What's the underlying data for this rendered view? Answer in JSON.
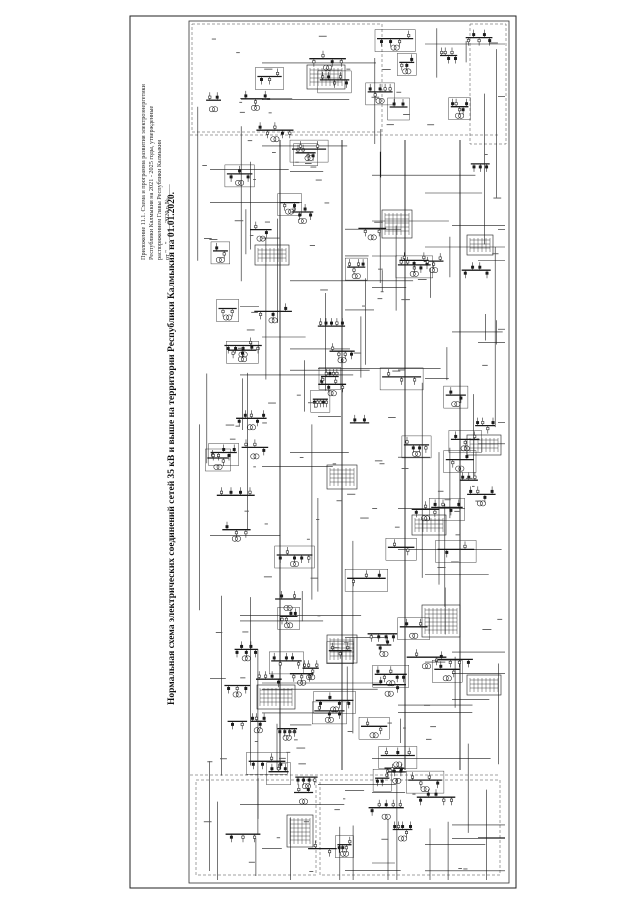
{
  "title": "Нормальная схема электрических соединений сетей 35 кВ и выше на территории Республики Калмыкия на 01.01.2020.",
  "annotation": {
    "line1": "Приложение  11.1.  Схема  и  программа  развития  электроэнергетики",
    "line2": "Республики   Калмыкия   на   2021 - 2025   годы,   утвержденные",
    "line3": "распоряжением Главы Республики Калмыкия",
    "line4": "от \"__\" _____ 2020 г. № ____"
  },
  "colors": {
    "paper": "#ffffff",
    "ink": "#1a1a1a",
    "border": "#222222"
  }
}
